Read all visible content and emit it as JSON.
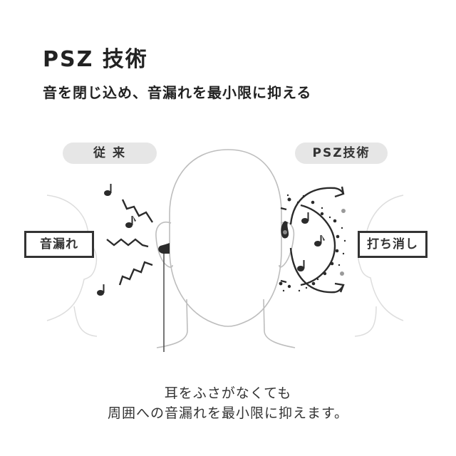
{
  "header": {
    "title": "PSZ 技術",
    "subtitle": "音を閉じ込め、音漏れを最小限に抑える"
  },
  "comparison": {
    "left": {
      "heading": "従 来",
      "label": "音漏れ",
      "icon": "sound-leak-zigzag-icon"
    },
    "right": {
      "heading": "PSZ技術",
      "label": "打ち消し",
      "icon": "sound-cancel-arc-icon"
    }
  },
  "caption": {
    "line1": "耳をふさがなくても",
    "line2": "周囲への音漏れを最小限に抑えます。"
  },
  "colors": {
    "text": "#222222",
    "pill_bg": "#e6e6e6",
    "outline": "#bdbdbd",
    "faint_outline": "#dddddd",
    "icon": "#2b2b2b"
  }
}
